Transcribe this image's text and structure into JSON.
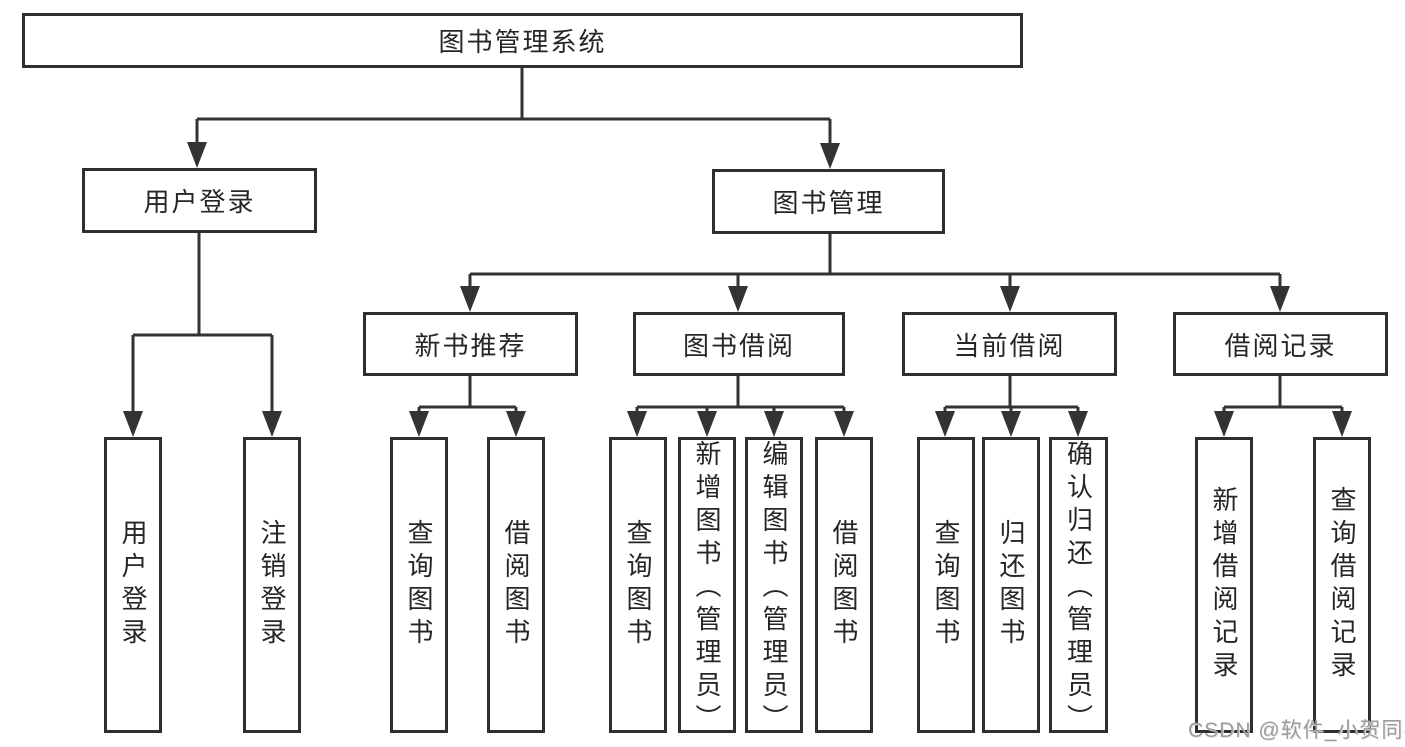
{
  "diagram": {
    "type": "hierarchy-tree",
    "root": {
      "label": "图书管理系统",
      "children": [
        {
          "label": "用户登录",
          "children": [
            {
              "label": "用户登录"
            },
            {
              "label": "注销登录"
            }
          ]
        },
        {
          "label": "图书管理",
          "children": [
            {
              "label": "新书推荐",
              "children": [
                {
                  "label": "查询图书"
                },
                {
                  "label": "借阅图书"
                }
              ]
            },
            {
              "label": "图书借阅",
              "children": [
                {
                  "label": "查询图书"
                },
                {
                  "label": "新增图书（管理员）"
                },
                {
                  "label": "编辑图书（管理员）"
                },
                {
                  "label": "借阅图书"
                }
              ]
            },
            {
              "label": "当前借阅",
              "children": [
                {
                  "label": "查询图书"
                },
                {
                  "label": "归还图书"
                },
                {
                  "label": "确认归还（管理员）"
                }
              ]
            },
            {
              "label": "借阅记录",
              "children": [
                {
                  "label": "新增借阅记录"
                },
                {
                  "label": "查询借阅记录"
                }
              ]
            }
          ]
        }
      ]
    }
  },
  "watermark": {
    "text": "CSDN @软件_小贺同学"
  },
  "colors": {
    "line": "#333333",
    "box_border": "#2f2f2f",
    "text": "#262626",
    "watermark": "#9c9c9c",
    "background": "#ffffff"
  }
}
